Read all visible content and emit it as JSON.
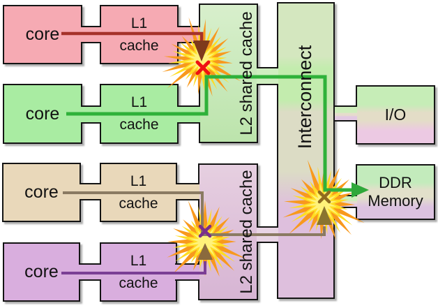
{
  "rows": [
    {
      "core_label": "core",
      "l1_label_top": "L1",
      "l1_label_bottom": "cache",
      "fill": "#f6aab3",
      "line_color": "#a5322a"
    },
    {
      "core_label": "core",
      "l1_label_top": "L1",
      "l1_label_bottom": "cache",
      "fill": "#a9eca2",
      "line_color": "#2fb13a"
    },
    {
      "core_label": "core",
      "l1_label_top": "L1",
      "l1_label_bottom": "cache",
      "fill": "#e9d8ba",
      "line_color": "#8a7a62"
    },
    {
      "core_label": "core",
      "l1_label_top": "L1",
      "l1_label_bottom": "cache",
      "fill": "#d9aede",
      "line_color": "#7b3f95"
    }
  ],
  "l2_top": {
    "label": "L2 shared cache"
  },
  "l2_bottom": {
    "label": "L2 shared cache"
  },
  "interconnect": {
    "label": "Interconnect"
  },
  "io": {
    "label": "I/O"
  },
  "ddr": {
    "label_line1": "DDR",
    "label_line2": "Memory"
  },
  "colors": {
    "l2_green_top": "#d8efcc",
    "l2_green_bottom": "#bce4ac",
    "l2_purple_top": "#e6cfe0",
    "l2_purple_bottom": "#d7b5d4",
    "ic_green_top": "#d4e7bf",
    "ic_green_band": "#c3ecae",
    "ic_tan": "#dcdcc5",
    "ic_purple": "#debfdd",
    "io_green": "#c6edb7",
    "io_tan": "#e3ddc7",
    "io_pink": "#ecc9e3",
    "ddr_green": "#c3ebbc",
    "ddr_tan": "#e2e0ca",
    "ddr_purple": "#dcc2e0",
    "tab_green": "#cfeec0",
    "tab_pink": "#e8d4e4",
    "tab_mix_green": "#cdeebb",
    "tab_mix_tan": "#e6dccc",
    "tab_mix_purple": "#e2c8e2",
    "arrow_red": "#7e3a1c",
    "arrow_olive_left": "#8a6a3d",
    "arrow_olive_right": "#8a7430",
    "arrow_green": "#2fa83a",
    "x_red": "#ef1212",
    "x_purple": "#7b2e8a",
    "x_brown": "#8f6b1e",
    "star_orange": "#f8991d",
    "star_yellow": "#ffdd22",
    "star_core": "#fff27a"
  }
}
